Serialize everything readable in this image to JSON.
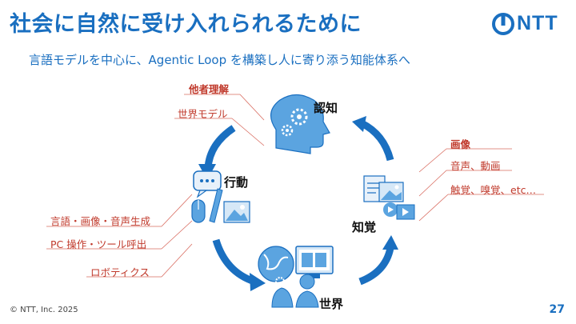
{
  "slide": {
    "title": "社会に自然に受け入れられるために",
    "subtitle": "言語モデルを中心に、Agentic Loop を構築し人に寄り添う知能体系へ",
    "logo_text": "NTT",
    "footer": "© NTT, Inc. 2025",
    "page_number": "27"
  },
  "nodes": {
    "cognition": "認知",
    "action": "行動",
    "perception": "知覚",
    "world": "世界"
  },
  "cognition_labels": [
    "他者理解",
    "世界モデル"
  ],
  "perception_labels": [
    "画像",
    "音声、動画",
    "触覚、嗅覚、etc…"
  ],
  "action_labels": [
    "言語・画像・音声生成",
    "PC 操作・ツール呼出",
    "ロボティクス"
  ],
  "colors": {
    "accent": "#1a6fc0",
    "label_red": "#c0392b",
    "arrow_blue": "#1a6fc0"
  },
  "icons": {
    "cognition": "head-gears-icon",
    "action": "chat-mouse-image-icon",
    "perception": "documents-image-audio-video-icon",
    "world": "globe-monitor-person-icon",
    "logo": "ntt-logo-icon"
  }
}
